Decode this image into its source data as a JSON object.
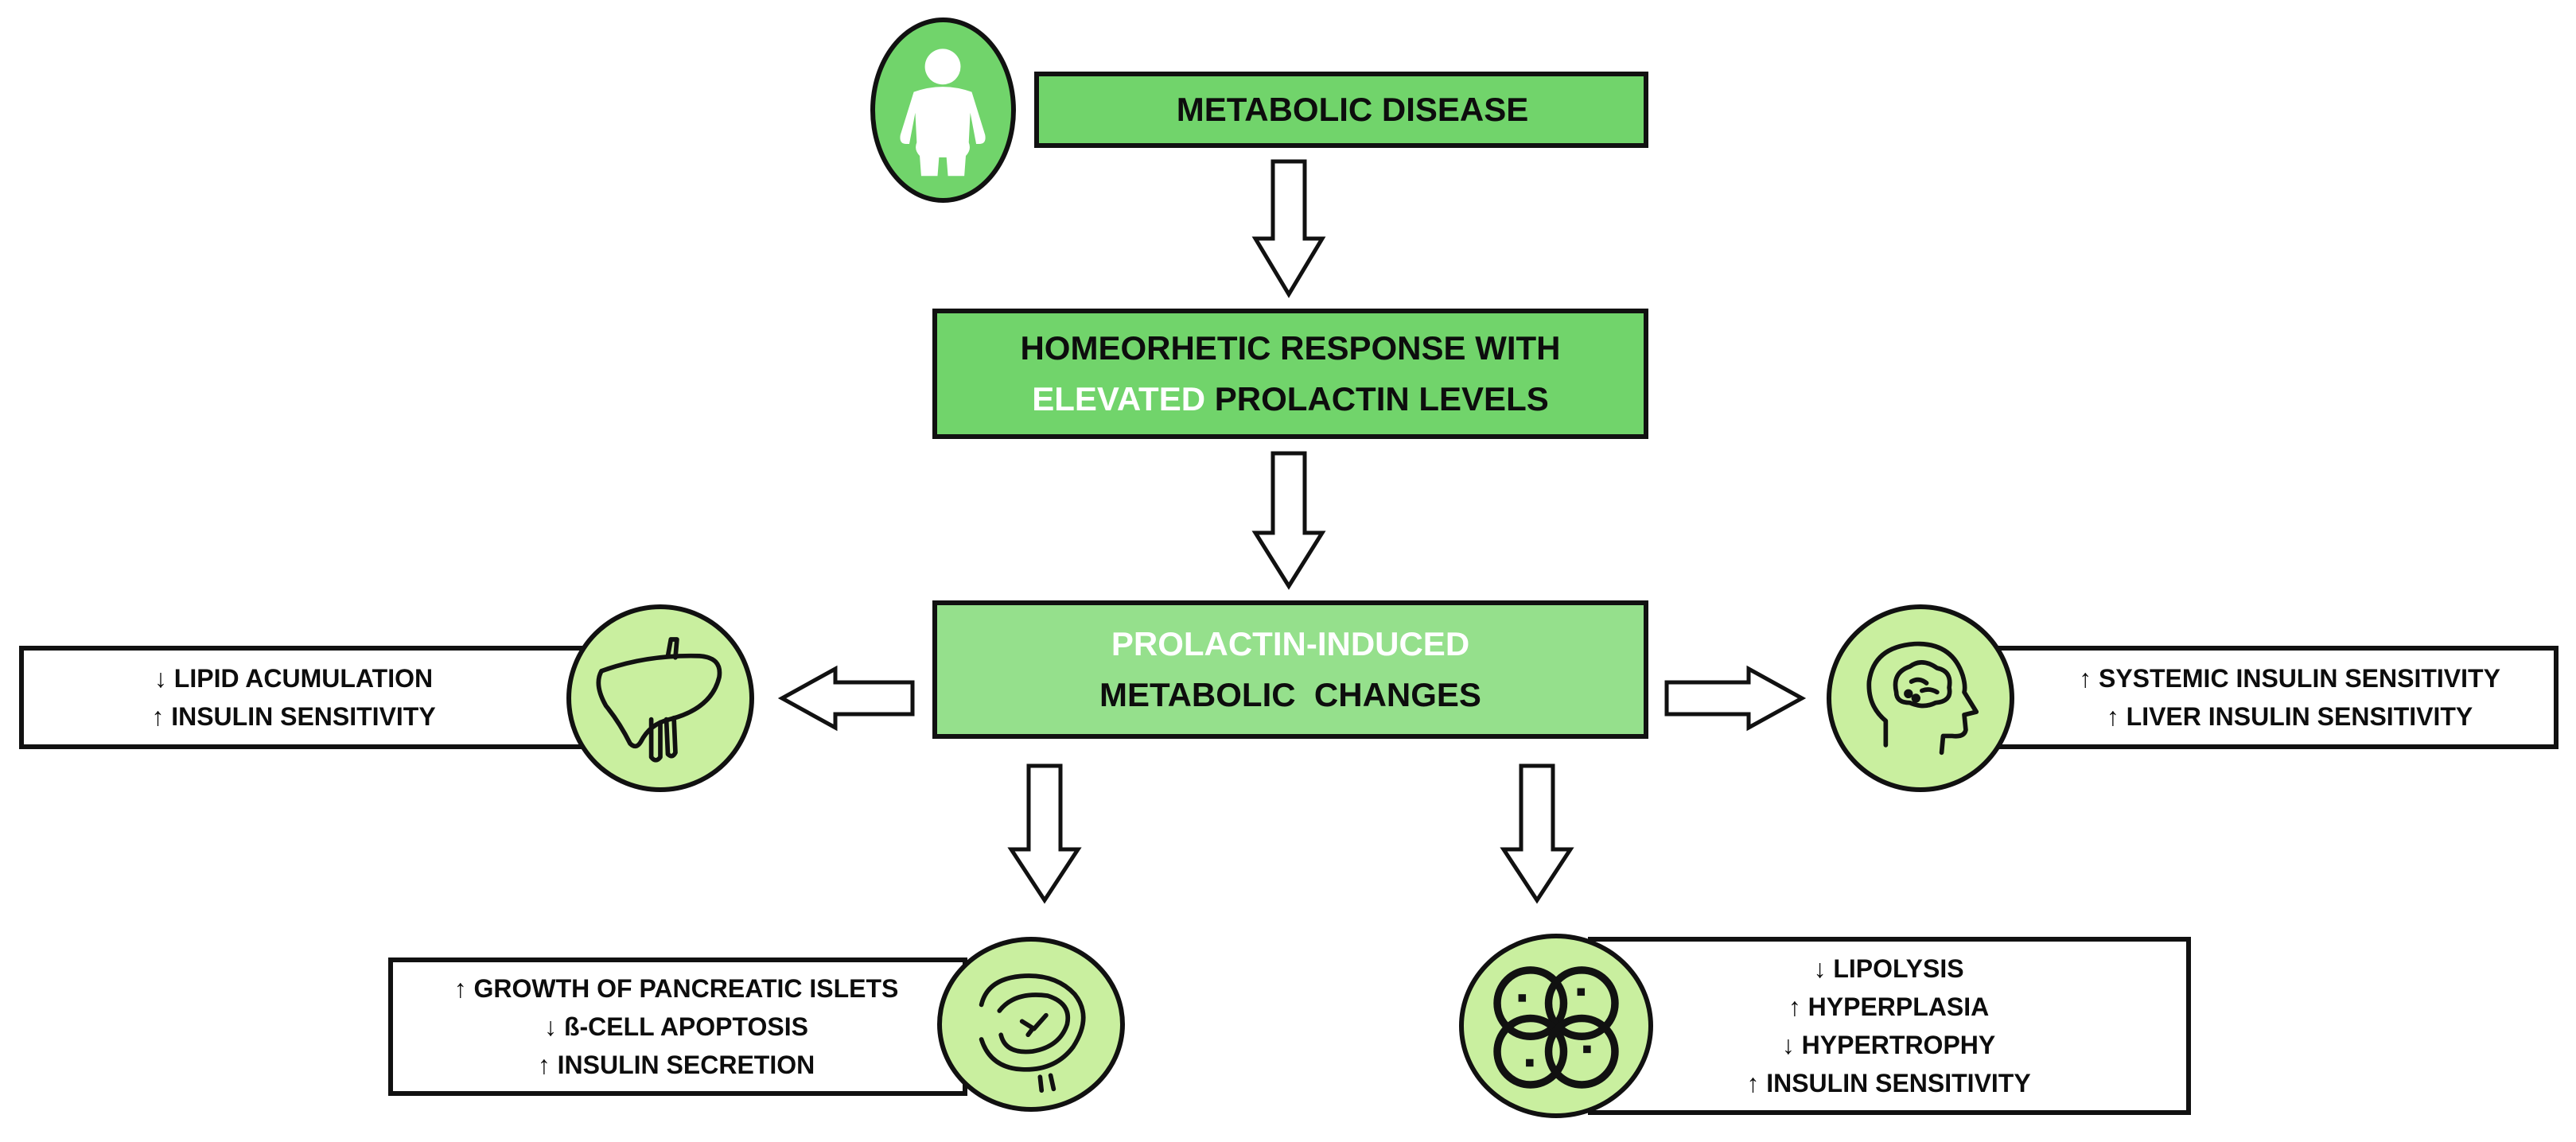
{
  "top": {
    "label": "METABOLIC DISEASE",
    "icon": "person-icon"
  },
  "middle": {
    "line1": "HOMEORHETIC RESPONSE WITH",
    "line2_highlight": "ELEVATED",
    "line2_rest": "PROLACTIN LEVELS"
  },
  "center": {
    "line1_highlight": "PROLACTIN-INDUCED",
    "line2": "METABOLIC  CHANGES"
  },
  "liver": {
    "icon": "liver-icon",
    "items": [
      "↓ LIPID ACUMULATION",
      "↑ INSULIN SENSITIVITY"
    ]
  },
  "brain": {
    "icon": "brain-head-icon",
    "items": [
      "↑ SYSTEMIC INSULIN SENSITIVITY",
      "↑ LIVER INSULIN SENSITIVITY"
    ]
  },
  "pancreas": {
    "icon": "pancreas-icon",
    "items": [
      "↑ GROWTH OF PANCREATIC ISLETS",
      "↓ ß-CELL APOPTOSIS",
      "↑ INSULIN SECRETION"
    ]
  },
  "adipose": {
    "icon": "adipocytes-icon",
    "items": [
      "↓ LIPOLYSIS",
      "↑ HYPERPLASIA",
      "↓ HYPERTROPHY",
      "↑ INSULIN SENSITIVITY"
    ]
  },
  "colors": {
    "box_green": "#71d46b",
    "box_light_green": "#95e08c",
    "circle_fill": "#c9ef9f",
    "stroke": "#111111",
    "highlight_text": "#ffffff"
  }
}
